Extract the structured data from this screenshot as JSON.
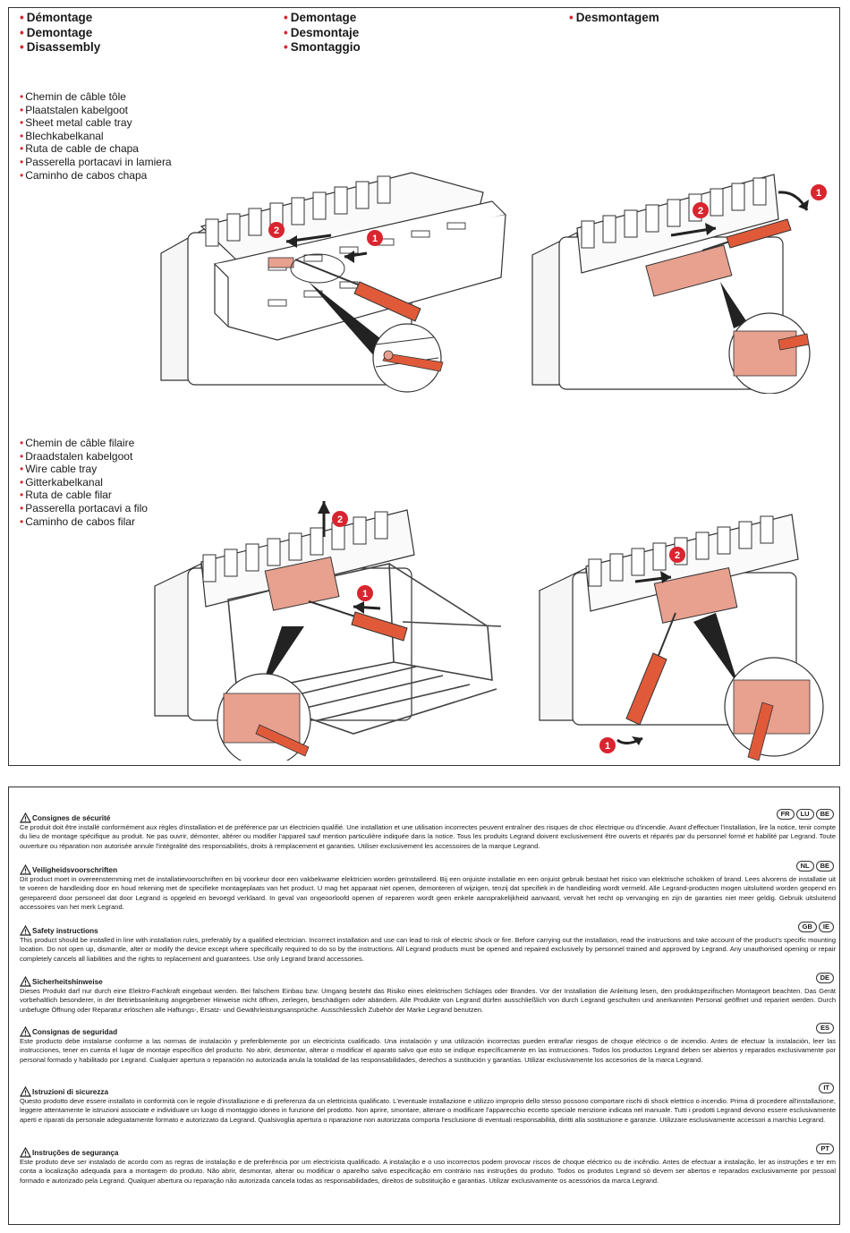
{
  "titles": {
    "col1": [
      "Démontage",
      "Demontage",
      "Disassembly"
    ],
    "col2": [
      "Demontage",
      "Desmontaje",
      "Smontaggio"
    ],
    "col3": [
      "Desmontagem"
    ]
  },
  "sheet_tray_list": [
    "Chemin de câble tôle",
    "Plaatstalen kabelgoot",
    "Sheet metal cable tray",
    "Blechkabelkanal",
    "Ruta de cable de chapa",
    "Passerella portacavi in lamiera",
    "Caminho de cabos chapa"
  ],
  "wire_tray_list": [
    "Chemin de câble filaire",
    "Draadstalen kabelgoot",
    "Wire cable tray",
    "Gitterkabelkanal",
    "Ruta de cable filar",
    "Passerella portacavi a filo",
    "Caminho de cabos filar"
  ],
  "step_markers": {
    "one": "1",
    "two": "2"
  },
  "colors": {
    "accent_red": "#d8252f",
    "part_salmon": "#e8a08f",
    "screwdriver": "#e05a3a"
  },
  "icons": {
    "warning": "warning-triangle-icon",
    "arrow": "arrow-icon"
  },
  "safety": [
    {
      "title": "Consignes de sécurité",
      "langs": [
        "FR",
        "LU",
        "BE"
      ],
      "text": "Ce produit doit être installé conformément aux règles d'installation et de préférence par un électricien qualifié. Une installation et une utilisation incorrectes peuvent entraîner des risques de choc électrique ou d'incendie. Avant d'effectuer l'installation, lire la notice, tenir compte du lieu de montage spécifique au produit. Ne pas ouvrir, démonter, altérer ou modifier l'appareil sauf mention particulière indiquée dans la notice. Tous les produits Legrand doivent exclusivement être ouverts et réparés par du personnel formé et habilité par Legrand. Toute ouverture ou réparation non autorisée annule l'intégralité des responsabilités, droits à remplacement et garanties. Utiliser exclusivement les accessoires de la marque Legrand."
    },
    {
      "title": "Veiligheidsvoorschriften",
      "langs": [
        "NL",
        "BE"
      ],
      "text": "Dit product moet in overeenstemming met de installatievoorschriften en bij voorkeur door een vakbekwame elektricien worden geïnstalleerd. Bij een onjuiste installatie en een onjuist gebruik bestaat het risico van elektrische schokken of brand. Lees alvorens de installatie uit te voeren de handleiding door en houd rekening met de specifieke montageplaats van het product. U mag het apparaat niet openen, demonteren of wijzigen, tenzij dat specifiek in de handleiding wordt vermeld. Alle Legrand-producten mogen uitsluitend worden geopend en gerepareerd door personeel dat door Legrand is opgeleid en bevoegd verklaard. In geval van ongeoorloofd openen of repareren wordt geen enkele aansprakelijkheid aanvaard, vervalt het recht op vervanging en zijn de garanties niet meer geldig. Gebruik uitsluitend accessoires van het merk Legrand."
    },
    {
      "title": "Safety instructions",
      "langs": [
        "GB",
        "IE"
      ],
      "text": "This product should be installed in line with installation rules, preferably by a qualified electrician. Incorrect installation and use can lead to risk of electric shock or fire. Before carrying out the installation, read the instructions and take account of the product's specific mounting location. Do not open up, dismantle, alter or modify the device except where specifically required to do so by the instructions. All Legrand products must be opened and repaired exclusively by personnel trained and approved by Legrand. Any unauthorised opening or repair completely cancels all liabilities and the rights to replacement and guarantees. Use only Legrand brand accessories."
    },
    {
      "title": "Sicherheitshinweise",
      "langs": [
        "DE"
      ],
      "text": "Dieses Produkt darf nur durch eine Elektro-Fachkraft eingebaut werden. Bei falschem Einbau bzw. Umgang besteht das Risiko eines elektrischen Schlages oder Brandes. Vor der Installation die Anleitung lesen, den produktspezifischen Montageort beachten. Das Gerät vorbehaltlich besonderer, in der Betriebsanleitung angegebener Hinweise nicht öffnen, zerlegen, beschädigen oder abändern. Alle Produkte von Legrand dürfen ausschließlich von durch Legrand geschulten und anerkannten Personal geöffnet und repariert werden. Durch unbefugte Öffnung oder Reparatur erlöschen alle Haftungs-, Ersatz- und Gewährleistungsansprüche. Ausschliesslich Zubehör der Marke Legrand benutzen."
    },
    {
      "title": "Consignas de seguridad",
      "langs": [
        "ES"
      ],
      "text": "Este producto debe instalarse conforme a las normas de instalación y preferiblemente por un electricista cualificado. Una instalación y una utilización incorrectas pueden entrañar riesgos de choque eléctrico o de incendio. Antes de efectuar la instalación, leer las instrucciones, tener en cuenta el lugar de montaje específico del producto. No abrir, desmontar, alterar o modificar el aparato salvo que esto se indique específicamente en las instrucciones. Todos los productos Legrand deben ser abiertos y reparados exclusivamente por personal formado y habilitado por Legrand. Cualquier apertura o reparación no autorizada anula la totalidad de las responsabilidades, derechos a sustitución y garantías. Utilizar exclusivamente los accesorios de la marca Legrand."
    },
    {
      "title": "Istruzioni di sicurezza",
      "langs": [
        "IT"
      ],
      "text": "Questo prodotto deve essere installato in conformità con le regole d'installazione e di preferenza da un elettricista qualificato. L'eventuale installazione e utilizzo improprio dello stesso possono comportare rischi di shock elettrico o incendio. Prima di procedere all'installazione, leggere attentamente le istruzioni associate e individuare un luogo di montaggio idoneo in funzione del prodotto. Non aprire, smontare, alterare o modificare l'apparecchio eccetto speciale menzione indicata nel manuale. Tutti i prodotti Legrand devono essere esclusivamente aperti e riparati da personale adeguatamente formato e autorizzato da Legrand. Qualsivoglia apertura o riparazione non autorizzata comporta l'esclusione di eventuali responsabilità, diritti alla sostituzione e garanzie. Utilizzare esclusivamente accessori a marchio Legrand."
    },
    {
      "title": "Instruções de segurança",
      "langs": [
        "PT"
      ],
      "text": "Este produto deve ser instalado de acordo com as regras de instalação e de preferência por um electricista qualificado. A instalação e o uso incorrectos podem provocar riscos de choque eléctrico ou de incêndio. Antes de efectuar a instalação, ler as instruções e ter em conta a localização adequada para a montagem do produto. Não abrir, desmontar, alterar ou modificar o aparelho salvo especificação em contrário nas instruções do produto. Todos os produtos Legrand só devem ser abertos e reparados exclusivamente por pessoal formado e autorizado pela Legrand. Qualquer abertura ou reparação não autorizada cancela todas as responsabilidades, direitos de substituição e garantias. Utilizar exclusivamente os acessórios da marca Legrand."
    }
  ]
}
